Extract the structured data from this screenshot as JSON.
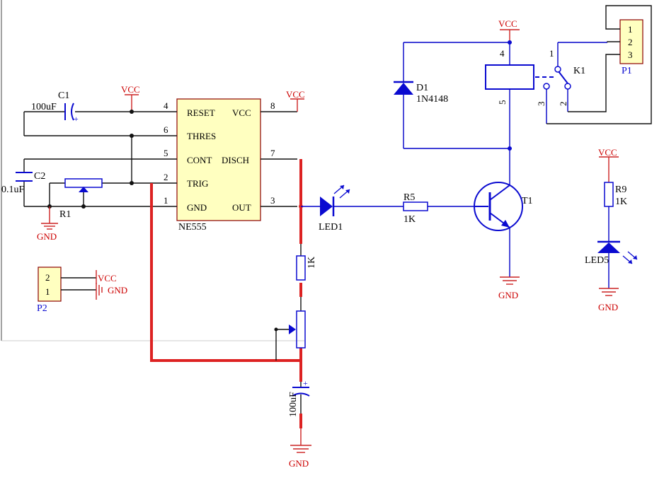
{
  "ic": {
    "name": "NE555",
    "pins": {
      "reset": "RESET",
      "vcc": "VCC",
      "thres": "THRES",
      "cont": "CONT",
      "disch": "DISCH",
      "trig": "TRIG",
      "gnd": "GND",
      "out": "OUT"
    },
    "pin_numbers": {
      "p1": "1",
      "p2": "2",
      "p3": "3",
      "p4": "4",
      "p5": "5",
      "p6": "6",
      "p7": "7",
      "p8": "8"
    }
  },
  "components": {
    "c1": {
      "ref": "C1",
      "value": "100uF"
    },
    "c2": {
      "ref": "C2",
      "value": "0.1uF"
    },
    "r1": {
      "ref": "R1"
    },
    "r5": {
      "ref": "R5",
      "value": "1K"
    },
    "r9": {
      "ref": "R9",
      "value": "1K"
    },
    "d1": {
      "ref": "D1",
      "value": "1N4148"
    },
    "t1": {
      "ref": "T1"
    },
    "k1": {
      "ref": "K1",
      "pins": [
        "1",
        "2",
        "3",
        "4",
        "5"
      ]
    },
    "p1": {
      "ref": "P1",
      "pins": [
        "1",
        "2",
        "3"
      ]
    },
    "p2": {
      "ref": "P2",
      "pins": [
        "2",
        "1"
      ]
    },
    "led1": {
      "ref": "LED1"
    },
    "led5": {
      "ref": "LED5"
    },
    "r_added": {
      "value": "1K"
    },
    "c_added": {
      "value": "100uF"
    }
  },
  "nets": {
    "vcc": "VCC",
    "gnd": "GND"
  },
  "colors": {
    "wire": "#0000c8",
    "power": "#cc2222",
    "added_wire": "#dd2222",
    "ic_fill": "#ffffc0",
    "component": "#0a0ad0"
  }
}
